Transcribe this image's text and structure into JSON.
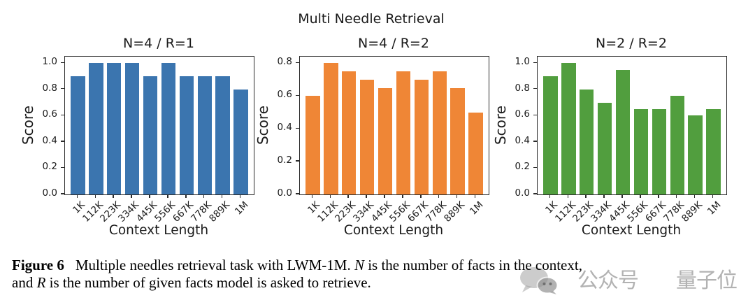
{
  "figure": {
    "suptitle": "Multi Needle Retrieval",
    "caption": {
      "lines": [
        [
          {
            "t": "Figure 6",
            "s": "bold"
          },
          {
            "t": "Multiple needles retrieval task with LWM-1M. ",
            "s": "normal"
          },
          {
            "t": "N",
            "s": "italic"
          },
          {
            "t": " is the number of facts in the context,",
            "s": "normal"
          }
        ],
        [
          {
            "t": "and ",
            "s": "normal"
          },
          {
            "t": "R",
            "s": "italic"
          },
          {
            "t": " is the number of given facts model is asked to retrieve.",
            "s": "normal"
          }
        ]
      ]
    },
    "watermark": {
      "icon": "wechat-icon",
      "text1": "公众号",
      "text2": "量子位",
      "color": "#8c8c8c"
    }
  },
  "chart_data": [
    {
      "type": "bar",
      "title": "N=4 / R=1",
      "color": "#3b75af",
      "categories": [
        "1K",
        "112K",
        "223K",
        "334K",
        "445K",
        "556K",
        "667K",
        "778K",
        "889K",
        "1M"
      ],
      "values": [
        0.9,
        1.0,
        1.0,
        1.0,
        0.9,
        1.0,
        0.9,
        0.9,
        0.9,
        0.8
      ],
      "xlabel": "Context Length",
      "ylabel": "Score",
      "ylim": [
        0,
        1.05
      ],
      "yticks": [
        0.0,
        0.2,
        0.4,
        0.6,
        0.8,
        1.0
      ],
      "grid": false,
      "legend": null
    },
    {
      "type": "bar",
      "title": "N=4 / R=2",
      "color": "#ef8636",
      "categories": [
        "1K",
        "112K",
        "223K",
        "334K",
        "445K",
        "556K",
        "667K",
        "778K",
        "889K",
        "1M"
      ],
      "values": [
        0.6,
        0.8,
        0.75,
        0.7,
        0.65,
        0.75,
        0.7,
        0.75,
        0.65,
        0.5
      ],
      "xlabel": "Context Length",
      "ylabel": "Score",
      "ylim": [
        0,
        0.84
      ],
      "yticks": [
        0.0,
        0.2,
        0.4,
        0.6,
        0.8
      ],
      "grid": false,
      "legend": null
    },
    {
      "type": "bar",
      "title": "N=2 / R=2",
      "color": "#519e3e",
      "categories": [
        "1K",
        "112K",
        "223K",
        "334K",
        "445K",
        "556K",
        "667K",
        "778K",
        "889K",
        "1M"
      ],
      "values": [
        0.9,
        1.0,
        0.8,
        0.7,
        0.95,
        0.65,
        0.65,
        0.75,
        0.6,
        0.65
      ],
      "xlabel": "Context Length",
      "ylabel": "Score",
      "ylim": [
        0,
        1.05
      ],
      "yticks": [
        0.0,
        0.2,
        0.4,
        0.6,
        0.8,
        1.0
      ],
      "grid": false,
      "legend": null
    }
  ]
}
